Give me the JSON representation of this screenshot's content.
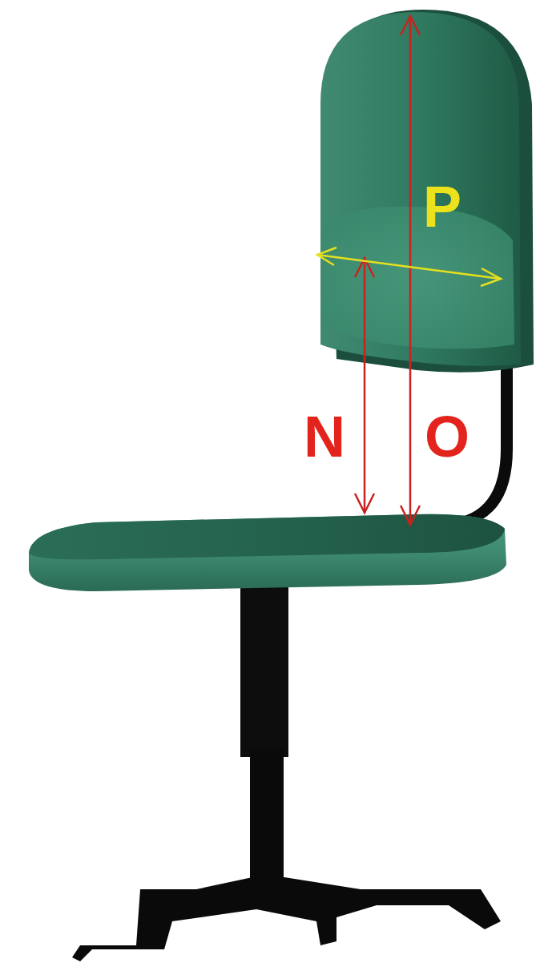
{
  "diagram": {
    "labels": [
      "P",
      "N",
      "O"
    ]
  }
}
